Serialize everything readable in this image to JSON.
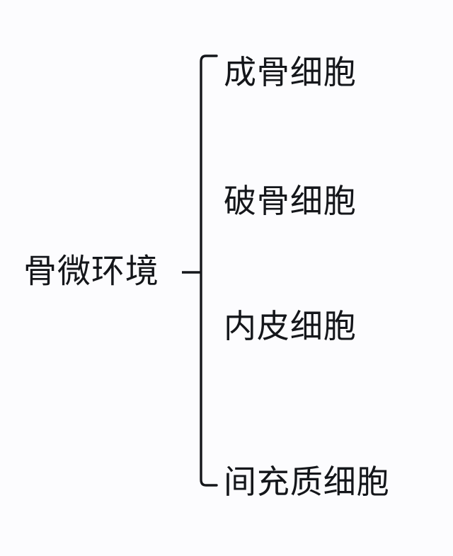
{
  "diagram": {
    "type": "bracket-list",
    "background_color": "#fcfcfe",
    "line_color": "#14161a",
    "text_color": "#14161a",
    "root": {
      "label": "骨微环境"
    },
    "branches": [
      {
        "label": "成骨细胞"
      },
      {
        "label": "破骨细胞"
      },
      {
        "label": "内皮细胞"
      },
      {
        "label": "间充质细胞"
      }
    ]
  }
}
